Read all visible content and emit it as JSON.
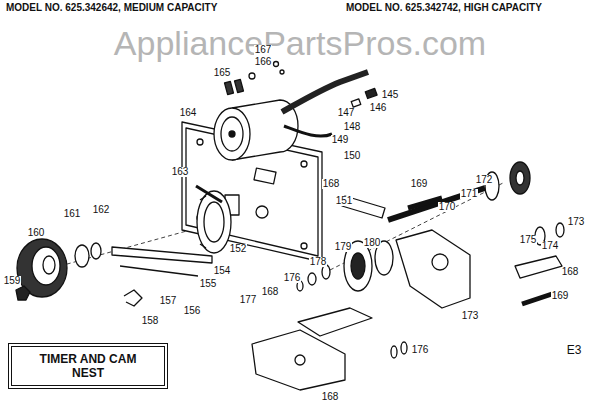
{
  "diagram": {
    "nodes": [
      {
        "text": [
          "TIMER AND CAM NEST"
        ]
      }
    ],
    "labels": [
      "MODEL NO. 625.342642, MEDIUM CAPACITY",
      "MODEL NO. 625.342742, HIGH CAPACITY",
      "AppliancePartsPros.com",
      "167",
      "166",
      "165",
      "145",
      "146",
      "147",
      "148",
      "149",
      "164",
      "150",
      "151",
      "163",
      "168",
      "169",
      "170",
      "171",
      "172",
      "173",
      "174",
      "175",
      "162",
      "161",
      "160",
      "152",
      "154",
      "155",
      "156",
      "157",
      "158",
      "159",
      "179",
      "180",
      "178",
      "177",
      "168",
      "176",
      "173",
      "168",
      "169",
      "176",
      "168",
      "E3"
    ]
  }
}
